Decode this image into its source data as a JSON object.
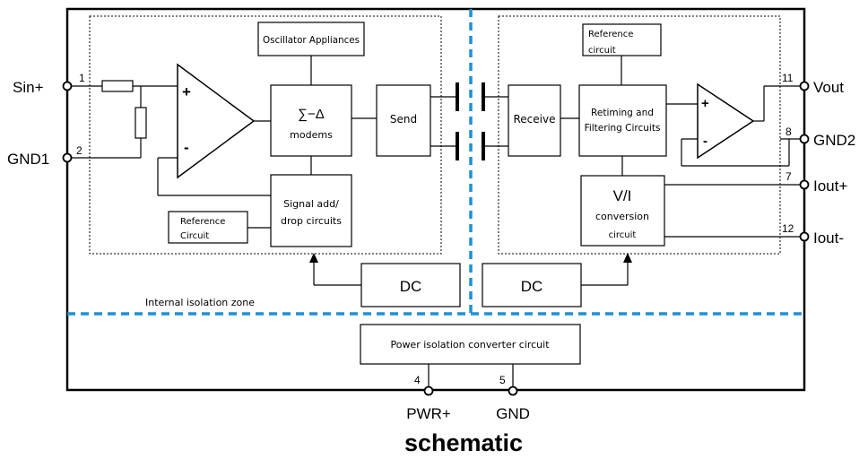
{
  "pins": {
    "sin_plus": {
      "label": "Sin+",
      "num": "1"
    },
    "gnd1": {
      "label": "GND1",
      "num": "2"
    },
    "vout": {
      "label": "Vout",
      "num": "11"
    },
    "gnd2": {
      "label": "GND2",
      "num": "8"
    },
    "iout_plus": {
      "label": "Iout+",
      "num": "7"
    },
    "iout_minus": {
      "label": "Iout-",
      "num": "12"
    },
    "pwr_plus": {
      "label": "PWR+",
      "num": "4"
    },
    "gnd": {
      "label": "GND",
      "num": "5"
    }
  },
  "blocks": {
    "oscillator": "Oscillator Appliances",
    "sigma_delta_symbol": "∑−Δ",
    "sigma_delta_label": "modems",
    "send": "Send",
    "signal_add_line1": "Signal add/",
    "signal_add_line2": "drop circuits",
    "reference_left_line1": "Reference",
    "reference_left_line2": "Circuit",
    "dc_left": "DC",
    "dc_right": "DC",
    "receive": "Receive",
    "reference_right_line1": "Reference",
    "reference_right_line2": "circuit",
    "retiming_line1": "Retiming and",
    "retiming_line2": "Filtering Circuits",
    "vi_symbol": "V/I",
    "vi_line1": "conversion",
    "vi_line2": "circuit",
    "power_iso": "Power isolation converter circuit",
    "opamp_left_plus": "+",
    "opamp_left_minus": "-",
    "opamp_right_plus": "+",
    "opamp_right_minus": "-"
  },
  "zone_label": "Internal isolation zone",
  "caption": "schematic",
  "colors": {
    "isolation_line": "#1e90d6",
    "ink": "#000000"
  }
}
